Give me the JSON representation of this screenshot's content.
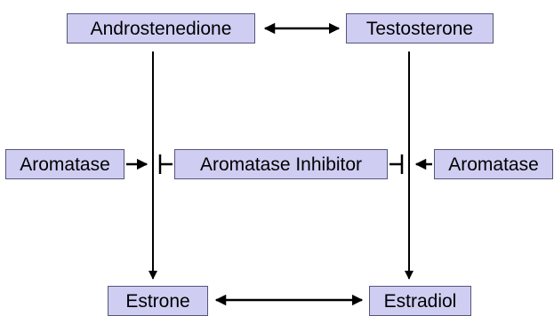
{
  "nodes": {
    "androstenedione": "Androstenedione",
    "testosterone": "Testosterone",
    "aromatase_left": "Aromatase",
    "aromatase_inhibitor": "Aromatase Inhibitor",
    "aromatase_right": "Aromatase",
    "estrone": "Estrone",
    "estradiol": "Estradiol"
  },
  "edges": [
    {
      "from": "androstenedione",
      "to": "testosterone",
      "type": "bidirectional"
    },
    {
      "from": "androstenedione",
      "to": "estrone",
      "type": "conversion"
    },
    {
      "from": "testosterone",
      "to": "estradiol",
      "type": "conversion"
    },
    {
      "from": "estrone",
      "to": "estradiol",
      "type": "bidirectional"
    },
    {
      "from": "aromatase_left",
      "to": "androstenedione-estrone",
      "type": "catalyzes"
    },
    {
      "from": "aromatase_right",
      "to": "testosterone-estradiol",
      "type": "catalyzes"
    },
    {
      "from": "aromatase_inhibitor",
      "to": "androstenedione-estrone",
      "type": "inhibits"
    },
    {
      "from": "aromatase_inhibitor",
      "to": "testosterone-estradiol",
      "type": "inhibits"
    }
  ],
  "colors": {
    "node_fill": "#cfcdf2",
    "node_border": "#55557a",
    "line": "#000000"
  }
}
